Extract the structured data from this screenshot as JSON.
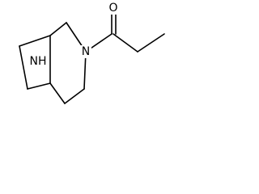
{
  "molecule": {
    "atoms": {
      "n_ring": "N",
      "nh_bridge": "NH",
      "o_carbonyl": "O"
    }
  },
  "colors": {
    "bond": "#000000",
    "background": "#ffffff"
  }
}
